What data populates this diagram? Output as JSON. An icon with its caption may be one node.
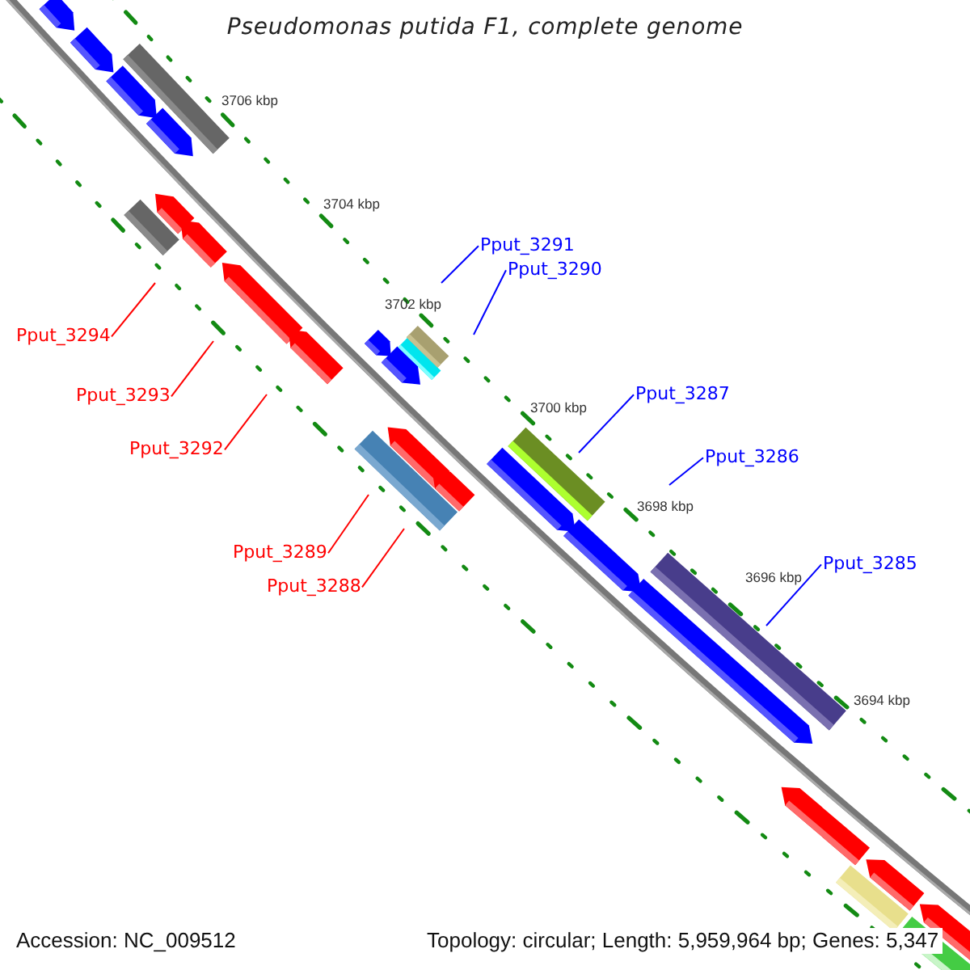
{
  "diagram": {
    "title": "Pseudomonas putida F1, complete genome",
    "nodes": [
      {
        "text": [
          "Pput_3291"
        ]
      },
      {
        "text": [
          "Pput_3290"
        ]
      },
      {
        "text": [
          "Pput_3294"
        ]
      },
      {
        "text": [
          "Pput_3287"
        ]
      },
      {
        "text": [
          "Pput_3293"
        ]
      },
      {
        "text": [
          "Pput_3292"
        ]
      },
      {
        "text": [
          "Pput_3286"
        ]
      },
      {
        "text": [
          "Pput_3289"
        ]
      },
      {
        "text": [
          "Pput_3285"
        ]
      },
      {
        "text": [
          "Pput_3288"
        ]
      }
    ],
    "edges": [
      {
        "from": 0,
        "to": null,
        "arrow": "none",
        "color": "#0000ff"
      },
      {
        "from": 1,
        "to": null,
        "arrow": "none",
        "color": "#0000ff"
      },
      {
        "from": 2,
        "to": null,
        "arrow": "none",
        "color": "#ff0000"
      },
      {
        "from": 3,
        "to": null,
        "arrow": "none",
        "color": "#0000ff"
      },
      {
        "from": 4,
        "to": null,
        "arrow": "none",
        "color": "#ff0000"
      },
      {
        "from": 5,
        "to": null,
        "arrow": "none",
        "color": "#ff0000"
      },
      {
        "from": 6,
        "to": null,
        "arrow": "none",
        "color": "#0000ff"
      },
      {
        "from": 7,
        "to": null,
        "arrow": "none",
        "color": "#ff0000"
      },
      {
        "from": 8,
        "to": null,
        "arrow": "none",
        "color": "#0000ff"
      },
      {
        "from": 9,
        "to": null,
        "arrow": "none",
        "color": "#ff0000"
      }
    ],
    "labels": [
      "3706 kbp",
      "3704 kbp",
      "3702 kbp",
      "3700 kbp",
      "3698 kbp",
      "3696 kbp",
      "3694 kbp",
      "Accession: NC_009512",
      "Topology: circular; Length: 5,959,964 bp; Genes: 5,347"
    ]
  }
}
